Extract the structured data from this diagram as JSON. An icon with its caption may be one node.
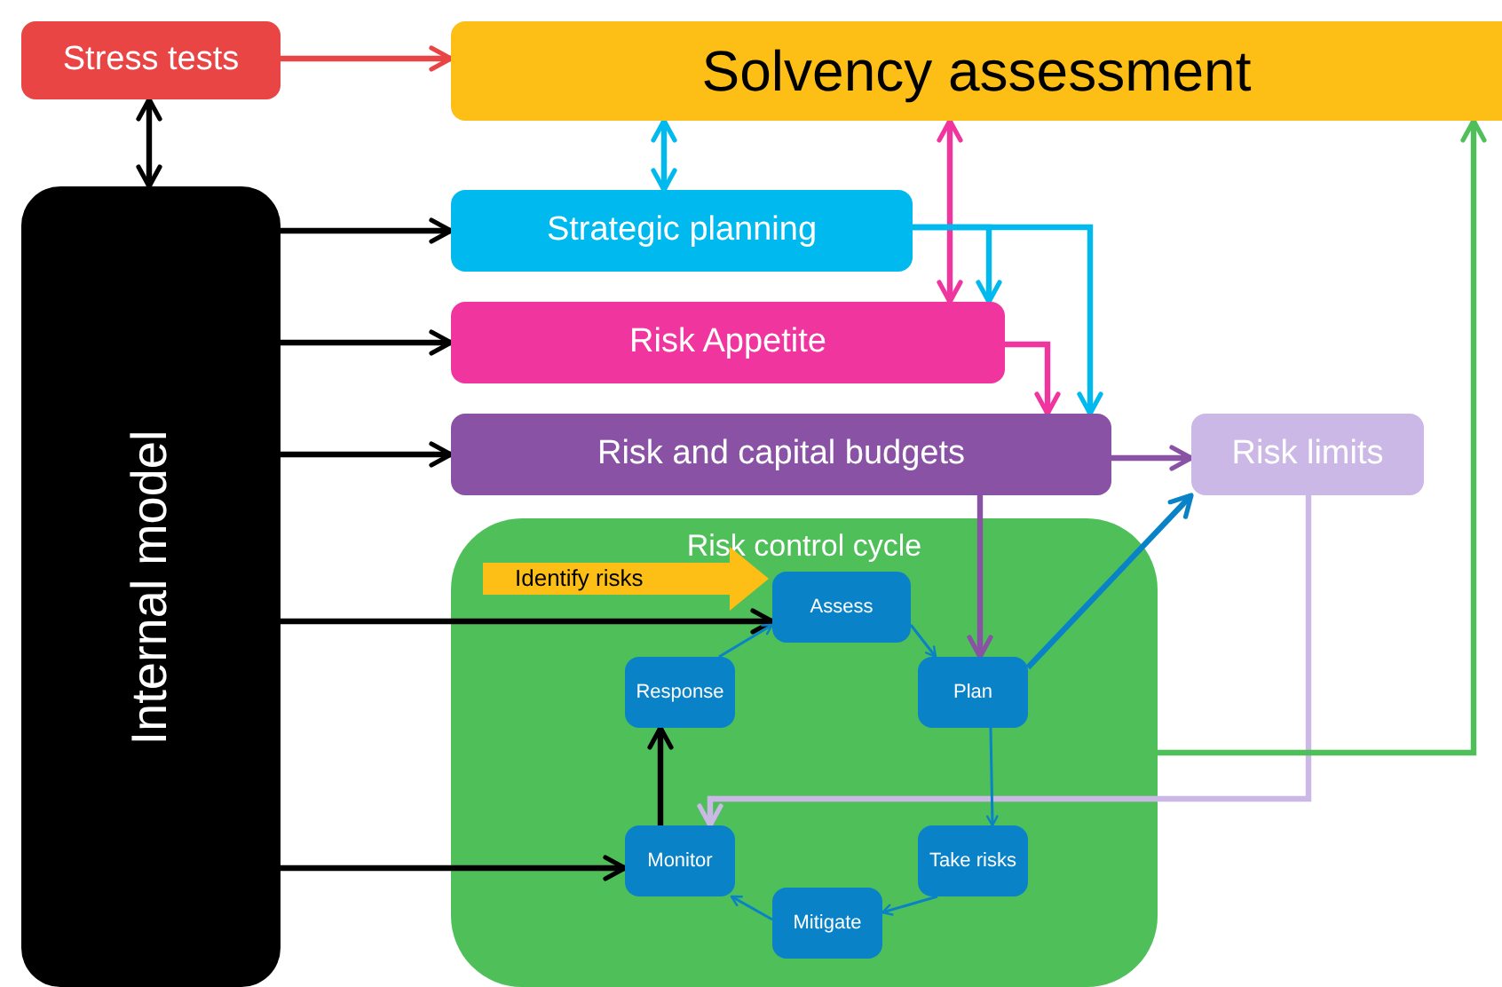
{
  "diagram": {
    "nodes": [
      {
        "text": [
          "Stress tests"
        ]
      },
      {
        "text": [
          "Solvency assessment"
        ]
      },
      {
        "text": [
          "Internal model"
        ]
      },
      {
        "text": [
          "Strategic planning"
        ]
      },
      {
        "text": [
          "Risk Appetite"
        ]
      },
      {
        "text": [
          "Risk and capital budgets"
        ]
      },
      {
        "text": [
          "Risk limits"
        ]
      },
      {
        "text": [
          "Risk control cycle"
        ]
      },
      {
        "text": [
          "Assess"
        ],
        "in": 7
      },
      {
        "text": [
          "Plan"
        ],
        "in": 7
      },
      {
        "text": [
          "Take risks"
        ],
        "in": 7
      },
      {
        "text": [
          "Mitigate"
        ],
        "in": 7
      },
      {
        "text": [
          "Monitor"
        ],
        "in": 7
      },
      {
        "text": [
          "Response"
        ],
        "in": 7
      }
    ],
    "edges": [
      {
        "from": 0,
        "to": 1,
        "arrow": "to",
        "color": "#e94545"
      },
      {
        "from": 0,
        "to": 2,
        "arrow": "both",
        "color": "#000000"
      },
      {
        "from": 1,
        "to": 3,
        "arrow": "both",
        "color": "#00b9ef"
      },
      {
        "from": 1,
        "to": 4,
        "arrow": "both",
        "color": "#f0359f"
      },
      {
        "from": 3,
        "to": 4,
        "arrow": "to",
        "color": "#00b9ef"
      },
      {
        "from": 3,
        "to": 5,
        "arrow": "to",
        "color": "#00b9ef"
      },
      {
        "from": 4,
        "to": 5,
        "arrow": "to",
        "color": "#f0359f"
      },
      {
        "from": 2,
        "to": 3,
        "arrow": "to",
        "color": "#000000"
      },
      {
        "from": 2,
        "to": 4,
        "arrow": "to",
        "color": "#000000"
      },
      {
        "from": 2,
        "to": 5,
        "arrow": "to",
        "color": "#000000"
      },
      {
        "from": 2,
        "to": 8,
        "arrow": "to",
        "color": "#000000"
      },
      {
        "from": 2,
        "to": 12,
        "arrow": "to",
        "color": "#000000"
      },
      {
        "from": 5,
        "to": 6,
        "arrow": "to",
        "color": "#8a52a5"
      },
      {
        "from": 5,
        "to": 9,
        "arrow": "to",
        "color": "#8a52a5"
      },
      {
        "from": 9,
        "to": 6,
        "arrow": "to",
        "color": "#0a82c8"
      },
      {
        "from": 6,
        "to": 12,
        "arrow": "to",
        "color": "#cbb8e6"
      },
      {
        "from": 7,
        "to": 1,
        "arrow": "to",
        "color": "#4fbf5a"
      },
      {
        "from": 8,
        "to": 9,
        "arrow": "to",
        "color": "#0a82c8"
      },
      {
        "from": 9,
        "to": 10,
        "arrow": "to",
        "color": "#0a82c8"
      },
      {
        "from": 10,
        "to": 11,
        "arrow": "to",
        "color": "#0a82c8"
      },
      {
        "from": 11,
        "to": 12,
        "arrow": "to",
        "color": "#0a82c8"
      },
      {
        "from": 12,
        "to": 13,
        "arrow": "to",
        "color": "#000000"
      },
      {
        "from": 13,
        "to": 8,
        "arrow": "to",
        "color": "#0a82c8"
      },
      {
        "from": null,
        "to": 8,
        "arrow": "to",
        "label": "Identify risks",
        "color": "#fdbf16"
      }
    ]
  }
}
